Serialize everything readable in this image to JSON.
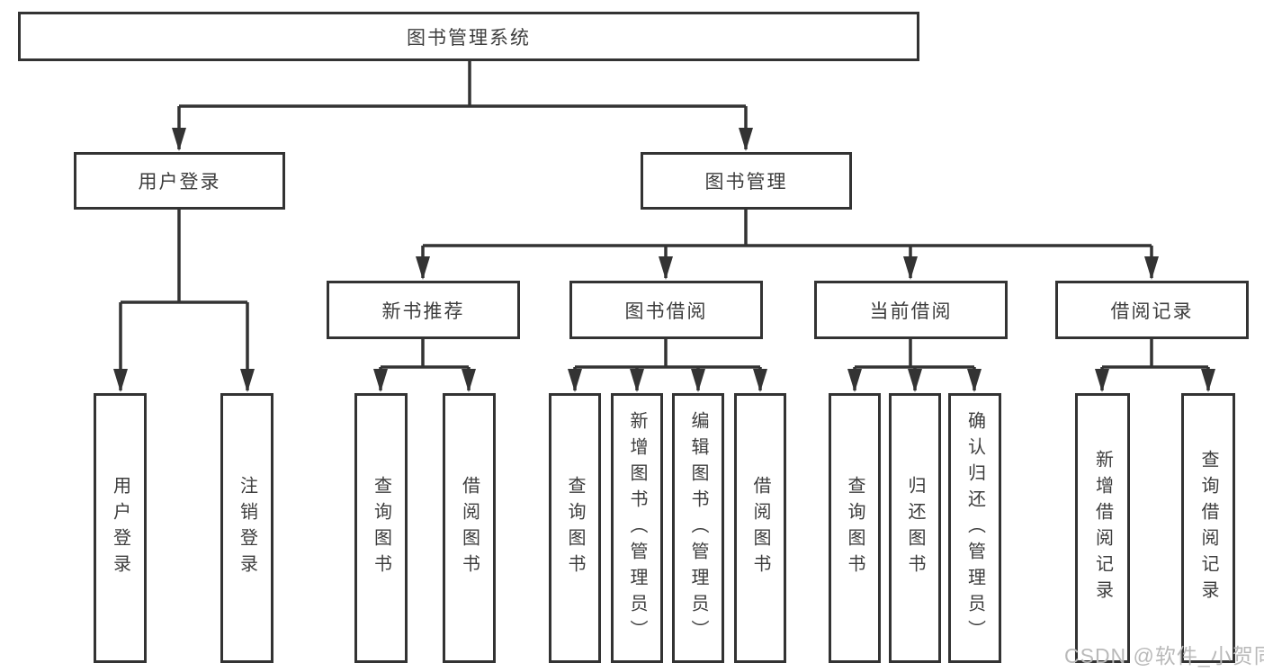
{
  "diagram": {
    "root": {
      "label": "图书管理系统"
    },
    "user_login": {
      "label": "用户登录",
      "children": [
        {
          "label": "用户登录"
        },
        {
          "label": "注销登录"
        }
      ]
    },
    "book_management": {
      "label": "图书管理",
      "sections": [
        {
          "label": "新书推荐",
          "children": [
            {
              "label": "查询图书"
            },
            {
              "label": "借阅图书"
            }
          ]
        },
        {
          "label": "图书借阅",
          "children": [
            {
              "label": "查询图书"
            },
            {
              "label": "新增图书（管理员）"
            },
            {
              "label": "编辑图书（管理员）"
            },
            {
              "label": "借阅图书"
            }
          ]
        },
        {
          "label": "当前借阅",
          "children": [
            {
              "label": "查询图书"
            },
            {
              "label": "归还图书"
            },
            {
              "label": "确认归还（管理员）"
            }
          ]
        },
        {
          "label": "借阅记录",
          "children": [
            {
              "label": "新增借阅记录"
            },
            {
              "label": "查询借阅记录"
            }
          ]
        }
      ]
    }
  },
  "watermark": {
    "text": "CSDN @软件_小贺同学"
  },
  "colors": {
    "line": "#333333",
    "box_border": "#333333",
    "box_background": "#ffffff",
    "text": "#3d3d3d",
    "watermark": "#b9b9b9",
    "page_background": "#ffffff"
  }
}
